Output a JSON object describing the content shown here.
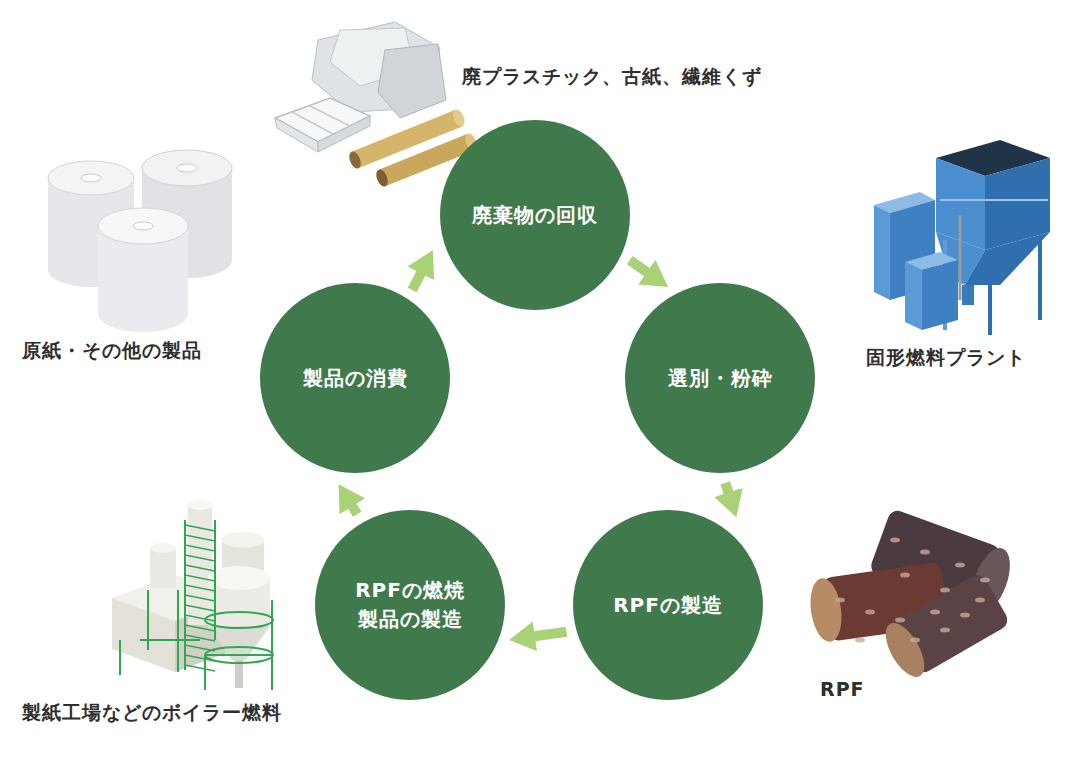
{
  "diagram": {
    "nodes": [
      {
        "text": [
          "廃棄物の回収"
        ]
      },
      {
        "text": [
          "選別・粉砕"
        ]
      },
      {
        "text": [
          "RPFの製造"
        ]
      },
      {
        "text": [
          "RPFの燃焼",
          "製品の製造"
        ]
      },
      {
        "text": [
          "製品の消費"
        ]
      }
    ],
    "edges": [
      {
        "from": 0,
        "to": 1,
        "arrow": "to"
      },
      {
        "from": 1,
        "to": 2,
        "arrow": "to"
      },
      {
        "from": 2,
        "to": 3,
        "arrow": "to"
      },
      {
        "from": 3,
        "to": 4,
        "arrow": "to"
      },
      {
        "from": 4,
        "to": 0,
        "arrow": "to"
      }
    ],
    "labels": [
      "廃プラスチック、古紙、繊維くず",
      "固形燃料プラント",
      "RPF",
      "製紙工場などのボイラー燃料",
      "原紙・その他の製品"
    ]
  }
}
